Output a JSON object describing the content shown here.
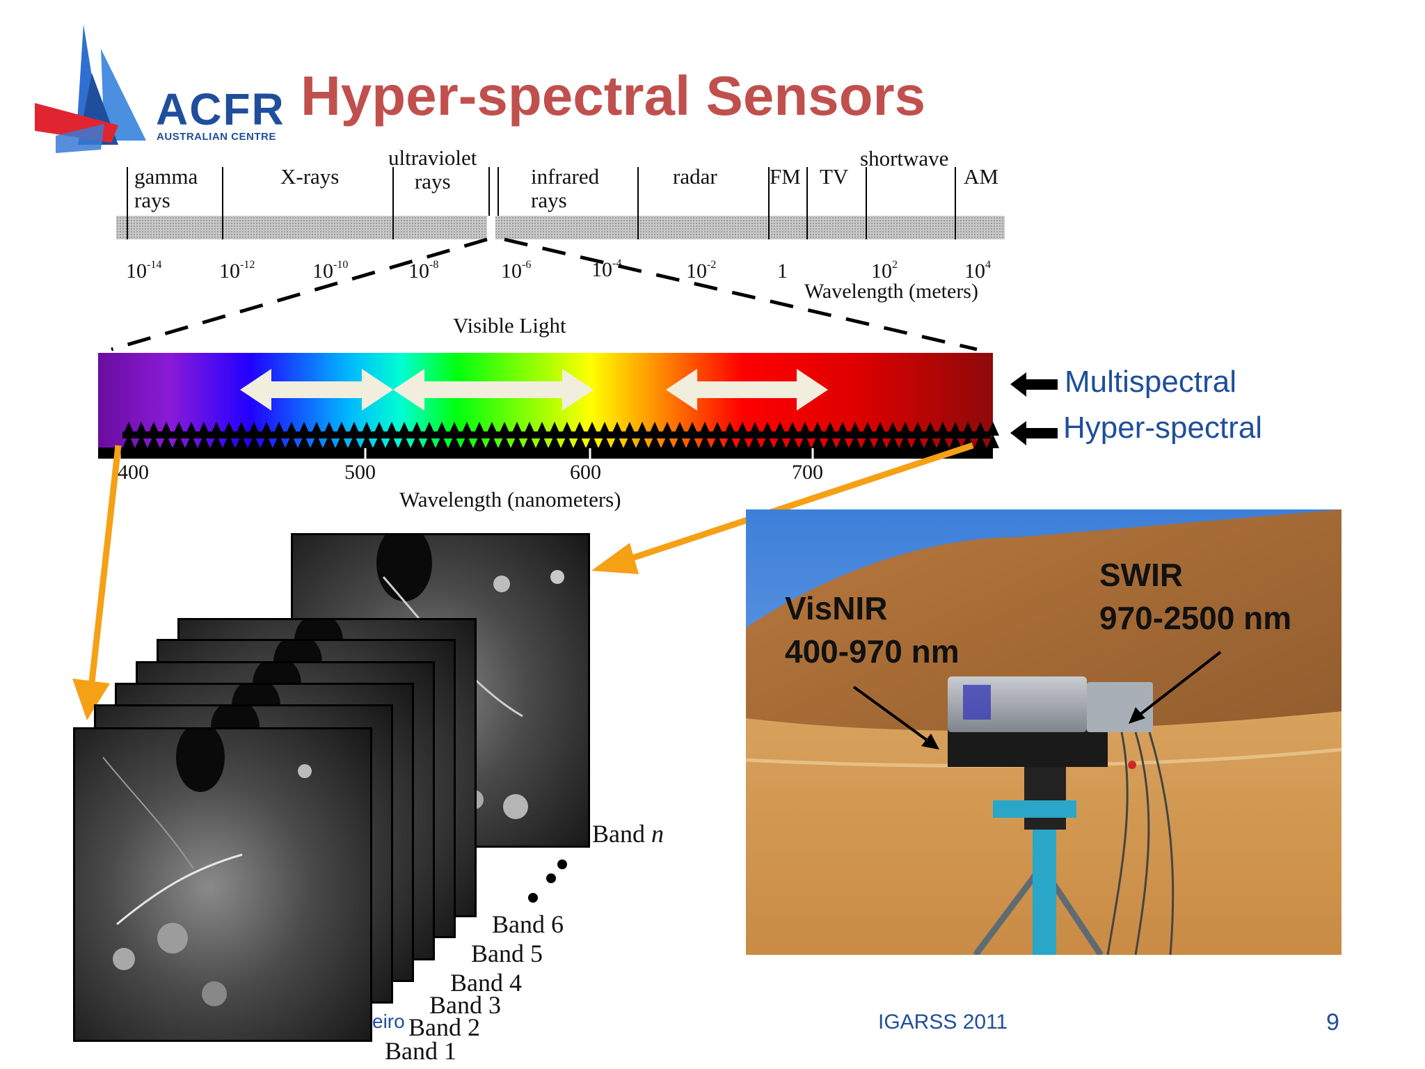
{
  "header": {
    "logo_text": "ACFR",
    "logo_subtext": "AUSTRALIAN CENTRE",
    "title": "Hyper-spectral Sensors"
  },
  "em_spectrum": {
    "regions": [
      "gamma\nrays",
      "X-rays",
      "ultraviolet\nrays",
      "infrared\nrays",
      "radar",
      "FM",
      "TV",
      "shortwave",
      "AM"
    ],
    "ticks": [
      {
        "base": "10",
        "exp": "-14"
      },
      {
        "base": "10",
        "exp": "-12"
      },
      {
        "base": "10",
        "exp": "-10"
      },
      {
        "base": "10",
        "exp": "-8"
      },
      {
        "base": "10",
        "exp": "-6"
      },
      {
        "base": "10",
        "exp": "-4"
      },
      {
        "base": "10",
        "exp": "-2"
      },
      {
        "base": "1",
        "exp": ""
      },
      {
        "base": "10",
        "exp": "2"
      },
      {
        "base": "10",
        "exp": "4"
      }
    ],
    "axis_label": "Wavelength (meters)"
  },
  "visible": {
    "title": "Visible Light",
    "ticks": [
      "400",
      "500",
      "600",
      "700"
    ],
    "axis_label": "Wavelength (nanometers)"
  },
  "legend": {
    "multispectral": "Multispectral",
    "hyperspectral": "Hyper-spectral"
  },
  "bands": {
    "labels": [
      "Band 1",
      "Band 2",
      "Band 3",
      "Band 4",
      "Band 5",
      "Band 6"
    ],
    "last_prefix": "Band",
    "last_suffix": "n"
  },
  "photo": {
    "visnir_label": "VisNIR",
    "visnir_range": "400-970 nm",
    "swir_label": "SWIR",
    "swir_range": "970-2500 nm"
  },
  "footer": {
    "left_fragment": "eiro",
    "conference": "IGARSS 2011",
    "page": "9"
  },
  "colors": {
    "title": "#c0504d",
    "brand_blue": "#1f4e9c",
    "arrow_orange": "#f5a015"
  }
}
